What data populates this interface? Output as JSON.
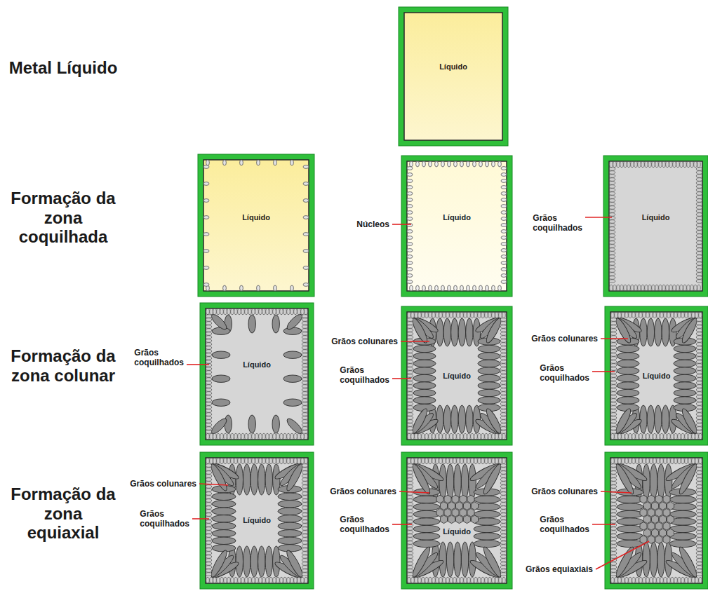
{
  "diagram": {
    "nodes": [
      {
        "text": [
          "Líquido"
        ]
      },
      {
        "text": [
          "Líquido"
        ]
      },
      {
        "text": [
          "Líquido"
        ]
      },
      {
        "text": [
          "Líquido"
        ]
      },
      {
        "text": [
          "Líquido"
        ]
      },
      {
        "text": [
          "Líquido"
        ]
      },
      {
        "text": [
          "Líquido"
        ]
      },
      {
        "text": [
          "Líquido"
        ]
      },
      {
        "text": [
          "Líquido"
        ]
      }
    ],
    "labels": [
      "Metal Líquido",
      "Formação da zona coquilhada",
      "Núcleos",
      "Grãos coquilhados",
      "Formação da zona colunar",
      "Grãos coquilhados",
      "Grãos colunares",
      "Grãos coquilhados",
      "Grãos colunares",
      "Grãos coquilhados",
      "Formação da zona equiaxial",
      "Grãos colunares",
      "Grãos coquilhados",
      "Grãos colunares",
      "Grãos coquilhados",
      "Grãos colunares",
      "Grãos coquilhados",
      "Grãos equiaxiais"
    ]
  }
}
